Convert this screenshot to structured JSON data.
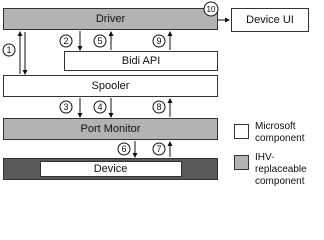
{
  "diagram": {
    "nodes": {
      "driver": "Driver",
      "bidi_api": "Bidi API",
      "spooler": "Spooler",
      "port_monitor": "Port Monitor",
      "device": "Device",
      "device_ui": "Device UI"
    },
    "steps": [
      "1",
      "2",
      "3",
      "4",
      "5",
      "6",
      "7",
      "8",
      "9",
      "10"
    ],
    "legend": {
      "microsoft": [
        "Microsoft",
        "component"
      ],
      "ihv": [
        "IHV-replaceable",
        "component"
      ]
    },
    "colors": {
      "ihv_fill": "#b3b3b3",
      "microsoft_fill": "#ffffff",
      "device_fill": "#595959"
    }
  }
}
